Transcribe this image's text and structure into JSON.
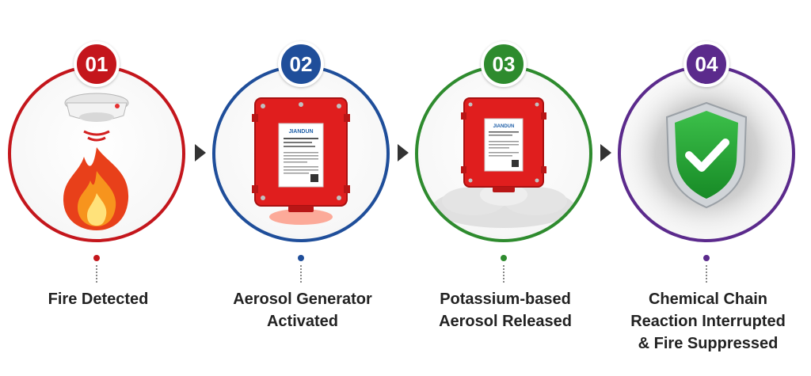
{
  "colors": {
    "step1": "#c4161c",
    "step2": "#1f4e9a",
    "step3": "#2e8b2e",
    "step4": "#5b2a8c",
    "arrow": "#333333"
  },
  "steps": [
    {
      "number": "01",
      "label": "Fire Detected",
      "illustration": "smoke-detector-and-flame-icon"
    },
    {
      "number": "02",
      "label_line1": "Aerosol Generator",
      "label_line2": "Activated",
      "illustration": "aerosol-generator-icon",
      "brand": "JIANDUN"
    },
    {
      "number": "03",
      "label_line1": "Potassium-based",
      "label_line2": "Aerosol Released",
      "illustration": "aerosol-release-icon",
      "brand": "JIANDUN"
    },
    {
      "number": "04",
      "label_line1": "Chemical Chain",
      "label_line2": "Reaction Interrupted",
      "label_line3": "& Fire Suppressed",
      "illustration": "shield-check-icon"
    }
  ]
}
